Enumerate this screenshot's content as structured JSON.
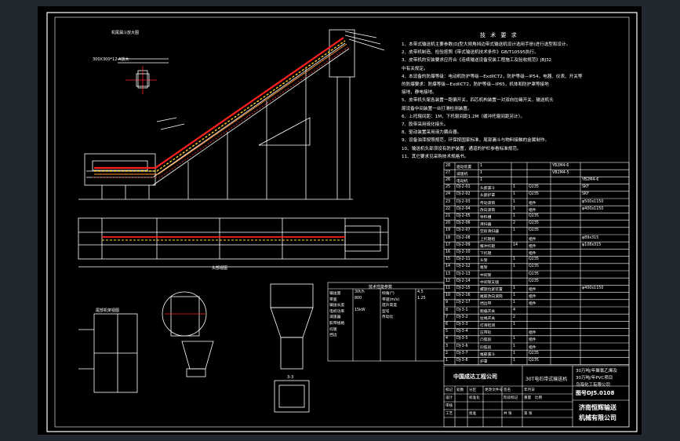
{
  "drawing": {
    "notes_title": "技 术 要 求",
    "notes": [
      "1、本带式输送机主要参数(DJ型大倾角挡边带式输送机设计选用手册)进行选型和设计。",
      "2、皮带机制造、检验按照《带式输送机技术条件》GB/T10595执行。",
      "3、皮带机的安装要求应符合《连续输送设备安装工程施工及验收规范》JBJ32",
      "中有关规定。",
      "4、本设备的防爆等级：电动机防护等级—ExdIICT2，防护等级—IP54，电器、仪表、开关等",
      "的防爆要求：防爆等级—ExdIICT2，防护等级—IP65，机体和防护罩等接地",
      "接地，静电接地。",
      "5、皮带机头尾各装置一跑偏开关，四芯机构装置一对双向拉绳开关，输送机头",
      "尾设备中间装置一台打滑检测装置。",
      "6、上托辊间距：1M，下托辊间距1.2M（缓冲托辊间距另计）。",
      "7、胶带采用硫化接头。",
      "8、驱动装置采用液力耦合器。",
      "9、设备油漆按照规范，环保按国家标准，尾部漏斗与物料接触的金属制作。",
      "10、输送机头部须设有防护装置，通道的护栏参看标准规范。",
      "11、其它要求见采购技术规格书。"
    ],
    "view_labels": {
      "side_view": "机尾漏斗放大图",
      "plan_view": "头部视图",
      "section_a": "300X300*12-A放大",
      "detail_left": "尾部机架视图",
      "detail_box": "3-3"
    },
    "param_table_title": "技术性能参数",
    "param_table": [
      [
        "输送量",
        "30t/h",
        "倾角(°)",
        "4.5"
      ],
      [
        "带宽",
        "800",
        "带速(m/s)",
        "1.25"
      ],
      [
        "输送长度",
        "",
        "提升高度",
        ""
      ],
      [
        "电机功率",
        "15kW",
        "型号",
        ""
      ],
      [
        "减速器",
        "",
        "传动比",
        ""
      ],
      [
        "胶带规格",
        "",
        "",
        ""
      ],
      [
        "托辊",
        "",
        "",
        ""
      ],
      [
        "挡边",
        "",
        "",
        ""
      ],
      [
        "",
        "",
        "",
        ""
      ],
      [
        "",
        "",
        "",
        ""
      ],
      [
        "",
        "",
        "",
        ""
      ],
      [
        "",
        "",
        "",
        ""
      ]
    ],
    "bom_rows": [
      [
        "28",
        "驱动装置",
        "1",
        "",
        "",
        "YB2M4-6"
      ],
      [
        "27",
        "减速机",
        "1",
        "",
        "",
        "VB2M4-5"
      ],
      [
        "26",
        "电动机",
        "1",
        "",
        "",
        "",
        "YB2M4-6"
      ],
      [
        "25",
        "DJ-2-01",
        "头部漏斗",
        "1",
        "Q235",
        "",
        "SKF"
      ],
      [
        "24",
        "DJ-2-02",
        "头部护罩",
        "1",
        "Q235",
        "",
        "SKF"
      ],
      [
        "23",
        "DJ-2-03",
        "传动滚筒",
        "1",
        "组件",
        "",
        "φ500x1150"
      ],
      [
        "22",
        "DJ-2-04",
        "改向滚筒",
        "1",
        "组件",
        "",
        "φ400x1150"
      ],
      [
        "21",
        "DJ-2-05",
        "导料槽",
        "1",
        "Q235",
        "",
        ""
      ],
      [
        "20",
        "DJ-2-06",
        "清扫器",
        "2",
        "Q235",
        "",
        ""
      ],
      [
        "19",
        "DJ-2-07",
        "空段清扫器",
        "1",
        "Q235",
        "",
        ""
      ],
      [
        "18",
        "DJ-2-08",
        "上托辊组",
        "",
        "组件",
        "",
        "φ89x315"
      ],
      [
        "17",
        "DJ-2-09",
        "缓冲托辊",
        "14",
        "组件",
        "",
        "φ108x315"
      ],
      [
        "16",
        "DJ-2-10",
        "下托辊",
        "",
        "组件",
        "",
        ""
      ],
      [
        "15",
        "DJ-2-11",
        "头架",
        "1",
        "Q235",
        "",
        ""
      ],
      [
        "14",
        "DJ-2-12",
        "尾架",
        "1",
        "Q235",
        "",
        ""
      ],
      [
        "13",
        "DJ-2-13",
        "中间架",
        "",
        "Q235",
        "",
        ""
      ],
      [
        "12",
        "DJ-2-14",
        "中间架支腿",
        "",
        "Q235",
        "",
        ""
      ],
      [
        "11",
        "DJ-2-15",
        "螺旋拉紧装置",
        "1",
        "组件",
        "",
        "φ400x1150"
      ],
      [
        "10",
        "DJ-2-16",
        "尾部改向滚筒",
        "1",
        "组件",
        "",
        ""
      ],
      [
        "9",
        "DJ-2-17",
        "挡边带",
        "1",
        "组件",
        "",
        ""
      ],
      [
        "8",
        "DJ-3-1",
        "跑偏开关",
        "4",
        "",
        "",
        ""
      ],
      [
        "7",
        "DJ-3-2",
        "拉绳开关",
        "2",
        "",
        "",
        ""
      ],
      [
        "6",
        "DJ-3-3",
        "打滑检测",
        "1",
        "",
        "",
        ""
      ],
      [
        "5",
        "DJ-3-4",
        "压带轮",
        "",
        "组件",
        "",
        ""
      ],
      [
        "4",
        "DJ-3-5",
        "凸弧段",
        "1",
        "组件",
        "",
        ""
      ],
      [
        "3",
        "DJ-3-6",
        "凹弧段",
        "1",
        "组件",
        "",
        ""
      ],
      [
        "2",
        "DJ-3-7",
        "尾部漏斗",
        "1",
        "Q235",
        "",
        ""
      ],
      [
        "1",
        "DJ-3-8",
        "护罩",
        "1",
        "Q235",
        "",
        ""
      ]
    ],
    "title_block": {
      "company_left": "中国成达工程公司",
      "project": "30T电石带式输送机",
      "subtitle_1": "30万吨/年聚氯乙烯及",
      "subtitle_2": "30万吨/年PVC项目",
      "subtitle_3": "乌海化工有限公司",
      "drawing_no": "DJ5.0108",
      "drawing_no_prefix": "图号",
      "manufacturer_1": "济南恒辉输送",
      "manufacturer_2": "机械有限公司",
      "row_labels": [
        "标记",
        "处数",
        "分区",
        "更改文件号",
        "签名",
        "年月日"
      ],
      "row_labels_2": [
        "设计",
        "",
        "标准化",
        "",
        "阶段标记",
        "重量",
        "比例"
      ],
      "row_labels_3": [
        "审核",
        "",
        "",
        "",
        "",
        "",
        ""
      ],
      "row_labels_4": [
        "工艺",
        "",
        "批准",
        "",
        "共 张",
        "第 张"
      ]
    }
  },
  "colors": {
    "background": "#212830",
    "sheet": "#000000",
    "line": "#ffffff",
    "belt_red": "#ff2020",
    "belt_yellow": "#ffd21c",
    "belt_orange": "#ff9030"
  }
}
